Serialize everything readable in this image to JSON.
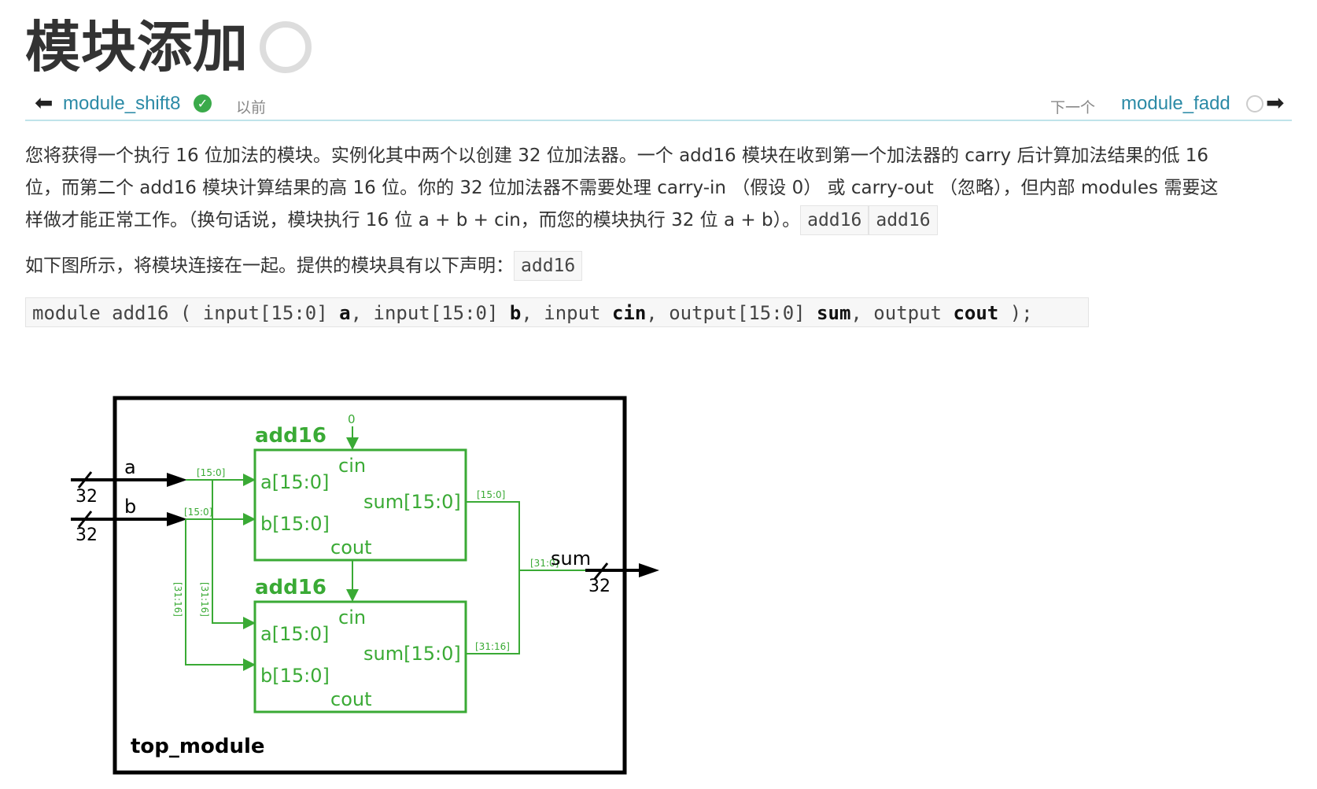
{
  "title": "模块添加",
  "nav": {
    "prev_link": "module_shift8",
    "prev_label": "以前",
    "next_label": "下一个",
    "next_link": "module_fadd"
  },
  "description": {
    "line1": "您将获得一个执行 16 位加法的模块。实例化其中两个以创建 32 位加法器。一个 add16 模块在收到第一个加法器的 carry 后计算加法结果的低 16",
    "line2": "位，而第二个 add16 模块计算结果的高 16 位。你的 32 位加法器不需要处理 carry-in （假设 0） 或 carry-out （忽略），但内部 modules 需要这",
    "line3": "样做才能正常工作。（换句话说，模块执行 16 位 a + b + cin，而您的模块执行 32 位 a + b）。",
    "code1": "add16",
    "code2": "add16"
  },
  "declaration": {
    "text": "如下图所示，将模块连接在一起。提供的模块具有以下声明：",
    "code": "add16"
  },
  "code_block": {
    "p1": "module add16 ( input[15:0] ",
    "a": "a",
    "p2": ", input[15:0] ",
    "b": "b",
    "p3": ", input ",
    "cin": "cin",
    "p4": ", output[15:0] ",
    "sum": "sum",
    "p5": ", output ",
    "cout": "cout",
    "p6": " );"
  },
  "diagram": {
    "top_module": "top_module",
    "add16_upper": "add16",
    "add16_lower": "add16",
    "cin": "cin",
    "a_port": "a[15:0]",
    "b_port": "b[15:0]",
    "sum_port": "sum[15:0]",
    "cout": "cout",
    "input_a": "a",
    "input_b": "b",
    "output_sum": "sum",
    "width_32": "32",
    "zero": "0",
    "bits_15_0": "[15:0]",
    "bits_31_16": "[31:16]",
    "bits_31_0": "[31:0]",
    "colors": {
      "green": "#3aaa35",
      "black": "#000000"
    }
  }
}
